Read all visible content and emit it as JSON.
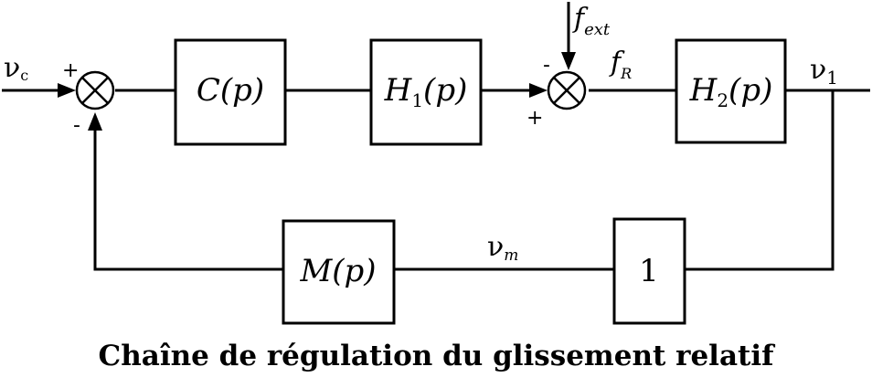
{
  "caption": "Chaîne de régulation du glissement relatif",
  "signals": {
    "vc": {
      "main": "ν",
      "sub": "c"
    },
    "fext": {
      "main": "f",
      "sub": "ext"
    },
    "fR": {
      "main": "f",
      "sub": "R"
    },
    "v1": {
      "main": "ν",
      "sub": "1"
    },
    "vm": {
      "main": "ν",
      "sub": "m"
    }
  },
  "blocks": {
    "C": {
      "pre": "C(",
      "mid": "p",
      "post": ")"
    },
    "H1": {
      "pre": "H",
      "sub": "1",
      "paren": "(",
      "mid": "p",
      "post": ")"
    },
    "H2": {
      "pre": "H",
      "sub": "2",
      "paren": "(",
      "mid": "p",
      "post": ")"
    },
    "M": {
      "pre": "M(",
      "mid": "p",
      "post": ")"
    },
    "unity": "1"
  },
  "signs": {
    "sum1_plus": "+",
    "sum1_minus": "-",
    "sum2_minus": "-",
    "sum2_plus": "+"
  }
}
